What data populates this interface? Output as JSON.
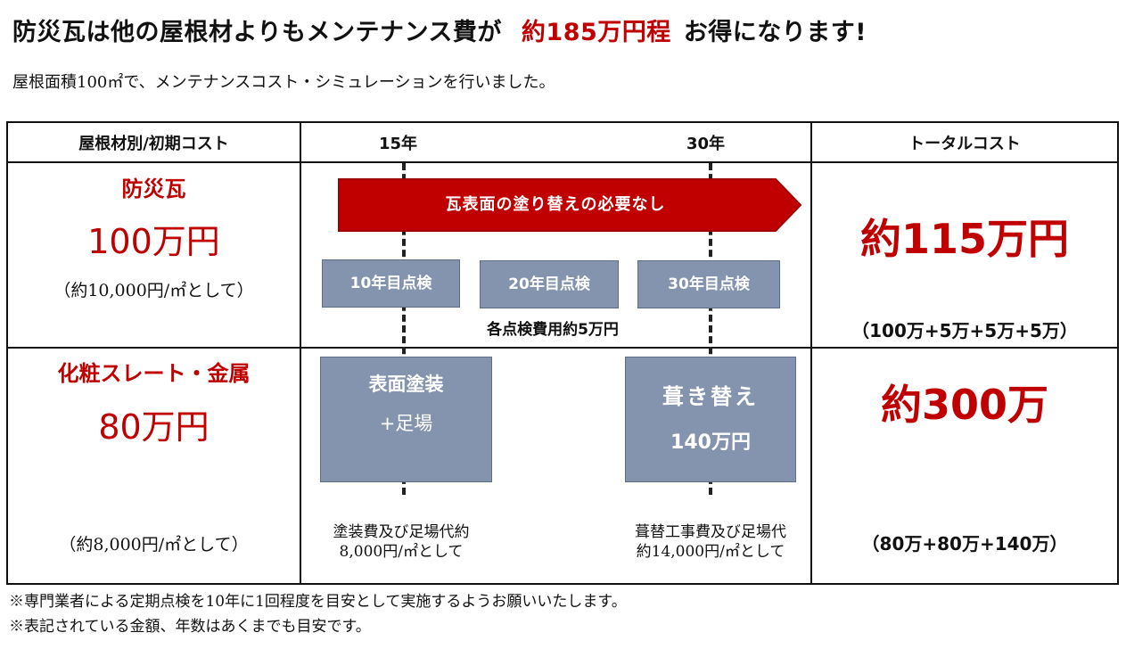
{
  "headline": {
    "prefix": "防災瓦は他の屋根材よりもメンテナンス費が",
    "highlight": "約185万円程",
    "suffix": "お得になります!"
  },
  "subline": "屋根面積100㎡で、メンテナンスコスト・シミュレーションを行いました。",
  "table": {
    "headers": {
      "material": "屋根材別/初期コスト",
      "year15": "15年",
      "year30": "30年",
      "total": "トータルコスト"
    },
    "row1": {
      "name": "防災瓦",
      "price": "100万円",
      "unit": "（約10,000円/㎡として）",
      "arrow": "瓦表面の塗り替えの必要なし",
      "checks": [
        "10年目点検",
        "20年目点検",
        "30年目点検"
      ],
      "check_note": "各点検費用約5万円",
      "total": "約115万円",
      "total_breakdown": "（100万+5万+5万+5万）"
    },
    "row2": {
      "name": "化粧スレート・金属",
      "price": "80万円",
      "unit": "（約8,000円/㎡として）",
      "paint_box_line1": "表面塗装",
      "paint_box_line2": "+足場",
      "paint_note_line1": "塗装費及び足場代約",
      "paint_note_line2": "8,000円/㎡として",
      "reroof_box_line1": "葺き替え",
      "reroof_box_line2": "140万円",
      "reroof_note_line1": "葺替工事費及び足場代",
      "reroof_note_line2": "約14,000円/㎡として",
      "total": "約300万",
      "total_breakdown": "（80万+80万+140万）"
    }
  },
  "footnotes": [
    "※専門業者による定期点検を10年に1回程度を目安として実施するようお願いいたします。",
    "※表記されている金額、年数はあくまでも目安です。"
  ],
  "colors": {
    "accent_red": "#c00000",
    "box_fill": "#8494ae"
  }
}
